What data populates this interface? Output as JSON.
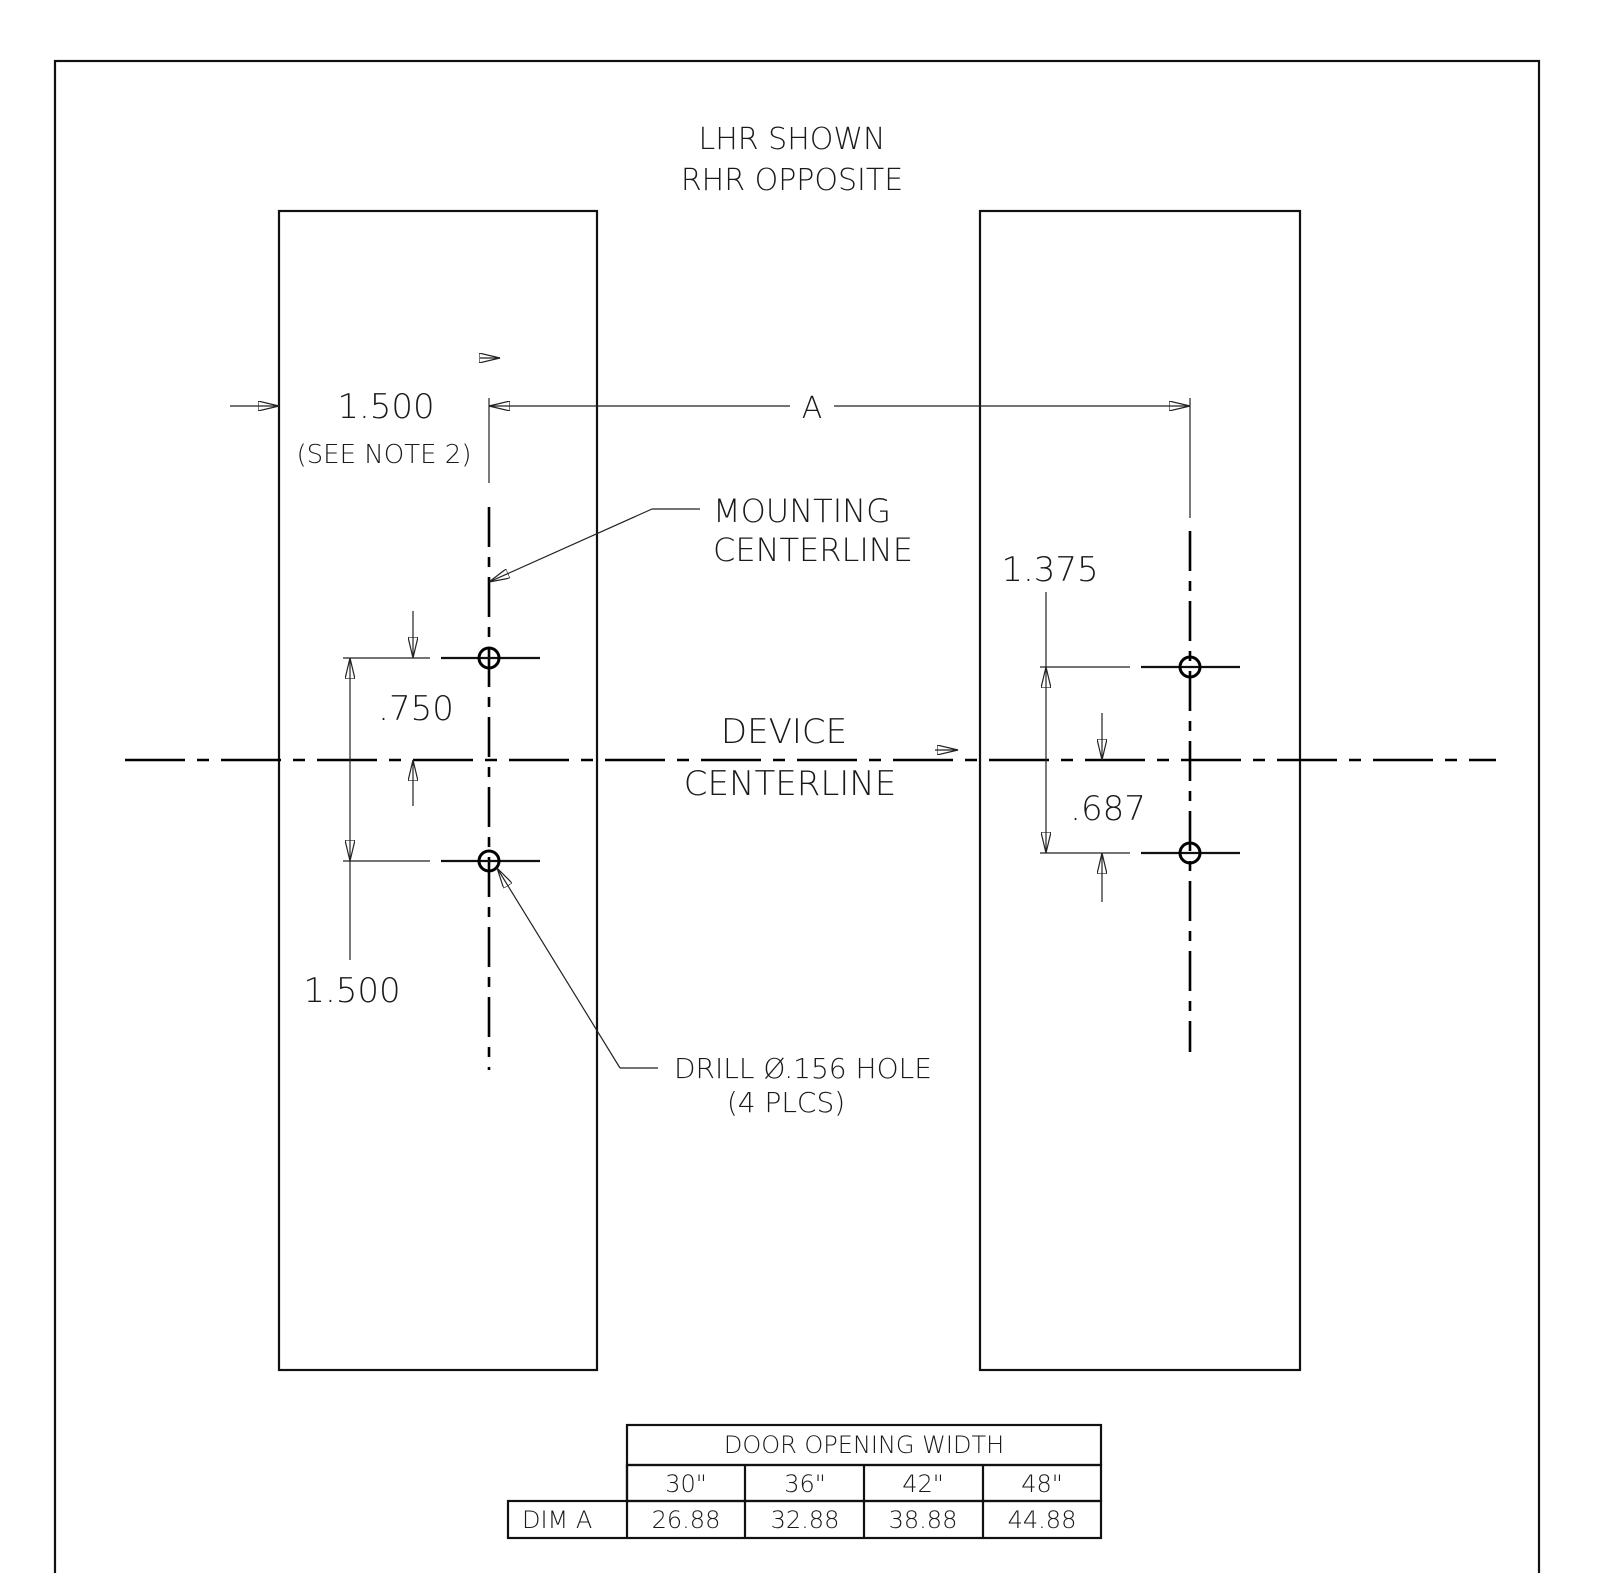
{
  "header": {
    "line1": "LHR SHOWN",
    "line2": "RHR OPPOSITE"
  },
  "dims": {
    "left_offset": "1.500",
    "left_offset_note": "(SEE NOTE 2)",
    "dim_a": "A",
    "upper_hole": ".750",
    "lower_hole": "1.500",
    "right_upper": "1.375",
    "right_lower": ".687"
  },
  "labels": {
    "mounting_1": "MOUNTING",
    "mounting_2": "CENTERLINE",
    "device_1": "DEVICE",
    "device_2": "CENTERLINE",
    "drill_1": "DRILL Ø.156 HOLE",
    "drill_2": "(4 PLCS)"
  },
  "table": {
    "header": "DOOR OPENING WIDTH",
    "row_label": "DIM A",
    "widths": [
      "30\"",
      "36\"",
      "42\"",
      "48\""
    ],
    "values": [
      "26.88",
      "32.88",
      "38.88",
      "44.88"
    ]
  }
}
